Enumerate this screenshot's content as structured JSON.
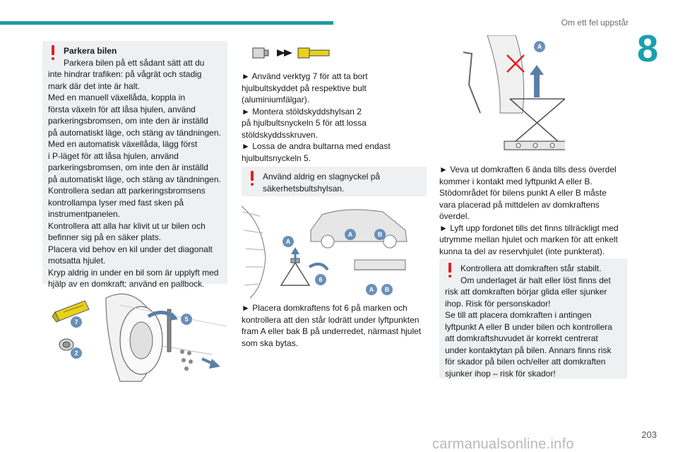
{
  "header": {
    "section_title": "Om ett fel uppstår",
    "chapter_number": "8"
  },
  "col1": {
    "warning": {
      "title": "Parkera bilen",
      "lines": [
        "Parkera bilen på ett sådant sätt att du",
        "inte hindrar trafiken: på vågrät och stadig",
        "mark där det inte är halt.",
        "Med en manuell växellåda, koppla in",
        "första växeln för att låsa hjulen, använd",
        "parkeringsbromsen, om inte den är inställd",
        "på automatiskt läge, och stäng av tändningen.",
        "Med en automatisk växellåda, lägg först",
        "i P-läget för att låsa hjulen, använd",
        "parkeringsbromsen, om inte den är inställd",
        "på automatiskt läge, och stäng av tändningen.",
        "Kontrollera sedan att parkeringsbromsens",
        "kontrollampa lyser med fast sken på",
        "instrumentpanelen.",
        "Kontrollera att alla har klivit ut ur bilen och",
        "befinner sig på en säker plats.",
        "Placera vid behov en kil under det diagonalt",
        "motsatta hjulet.",
        "Kryp aldrig in under en bil som är upplyft med",
        "hjälp av en domkraft; använd en pallbock."
      ]
    },
    "figure_labels": {
      "tool_7": "7",
      "socket_2": "2",
      "wrench_5": "5"
    }
  },
  "col2": {
    "instructions": [
      "► Använd verktyg 7 för att ta bort",
      "hjulbultskyddet på respektive bult",
      "(aluminiumfälgar).",
      "► Montera stöldskyddshylsan 2",
      "på hjulbultsnyckeln 5 för att lossa",
      "stöldskyddsskruven.",
      "► Lossa de andra bultarna med endast",
      "hjulbultsnyckeln 5."
    ],
    "warning_lines": [
      "Använd aldrig en slagnyckel på",
      "säkerhetsbultshylsan."
    ],
    "figure_labels": {
      "point_a": "A",
      "point_b": "B",
      "jack_6": "6"
    },
    "instructions2": [
      "► Placera domkraftens fot 6 på marken och",
      "kontrollera att den står lodrätt under lyftpunkten",
      "fram A eller bak B på underredet, närmast hjulet",
      "som ska bytas."
    ]
  },
  "col3": {
    "figure_labels": {
      "point_a": "A"
    },
    "instructions": [
      "► Veva ut domkraften 6 ända tills dess överdel",
      "kommer i kontakt med lyftpunkt A eller B.",
      "Stödområdet för bilens punkt A eller B måste",
      "vara placerad på mittdelen av domkraftens",
      "överdel.",
      "► Lyft upp fordonet tills det finns tillräckligt med",
      "utrymme mellan hjulet och marken för att enkelt",
      "kunna ta del av reservhjulet (inte punkterat)."
    ],
    "warning_lines": [
      "Kontrollera att domkraften står stabilt.",
      "Om underlaget är halt eller löst finns det",
      "risk att domkraften börjar glida eller sjunker",
      "ihop. Risk för personskador!",
      "Se till att placera domkraften i antingen",
      "lyftpunkt A eller B under bilen och kontrollera",
      "att domkraftshuvudet är korrekt centrerat",
      "under kontaktytan på bilen. Annars finns risk",
      "för skador på bilen och/eller att domkraften",
      "sjunker ihop – risk för skador!"
    ]
  },
  "footer": {
    "page_number": "203"
  },
  "watermark": {
    "text": "carmanualsonline.info"
  },
  "colors": {
    "accent": "#1f9aa6",
    "warning": "#e02020",
    "box_bg": "#eef0f1"
  }
}
